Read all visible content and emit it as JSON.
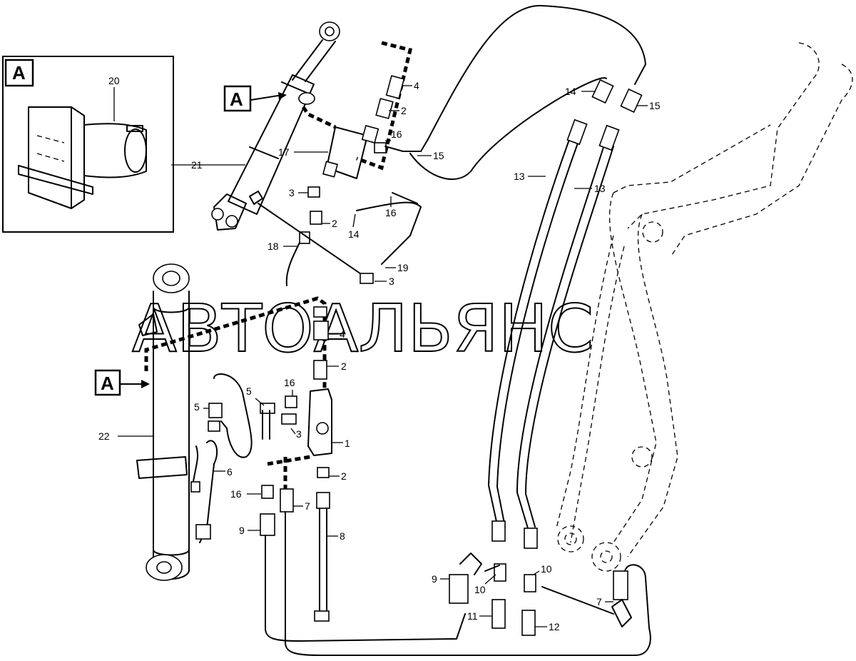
{
  "watermark": "АВТОАЛЬЯНС",
  "detail_view": {
    "tag": "A",
    "callout": "20"
  },
  "section_tags": [
    "A",
    "A"
  ],
  "callouts": {
    "c21": "21",
    "c22": "22",
    "c17": "17",
    "c18": "18",
    "c19": "19",
    "c4a": "4",
    "c2a": "2",
    "c16a": "16",
    "c15a": "15",
    "c3a": "3",
    "c16b": "16",
    "c2b": "2",
    "c14a": "14",
    "c3b": "3",
    "c14b": "14",
    "c15b": "15",
    "c13a": "13",
    "c13b": "13",
    "c4b": "4",
    "c2c": "2",
    "c16c": "16",
    "c5a": "5",
    "c5b": "5",
    "c3c": "3",
    "c1": "1",
    "c6": "6",
    "c2d": "2",
    "c16d": "16",
    "c7a": "7",
    "c9a": "9",
    "c8": "8",
    "c9b": "9",
    "c10a": "10",
    "c10b": "10",
    "c11": "11",
    "c12": "12",
    "c7b": "7"
  }
}
